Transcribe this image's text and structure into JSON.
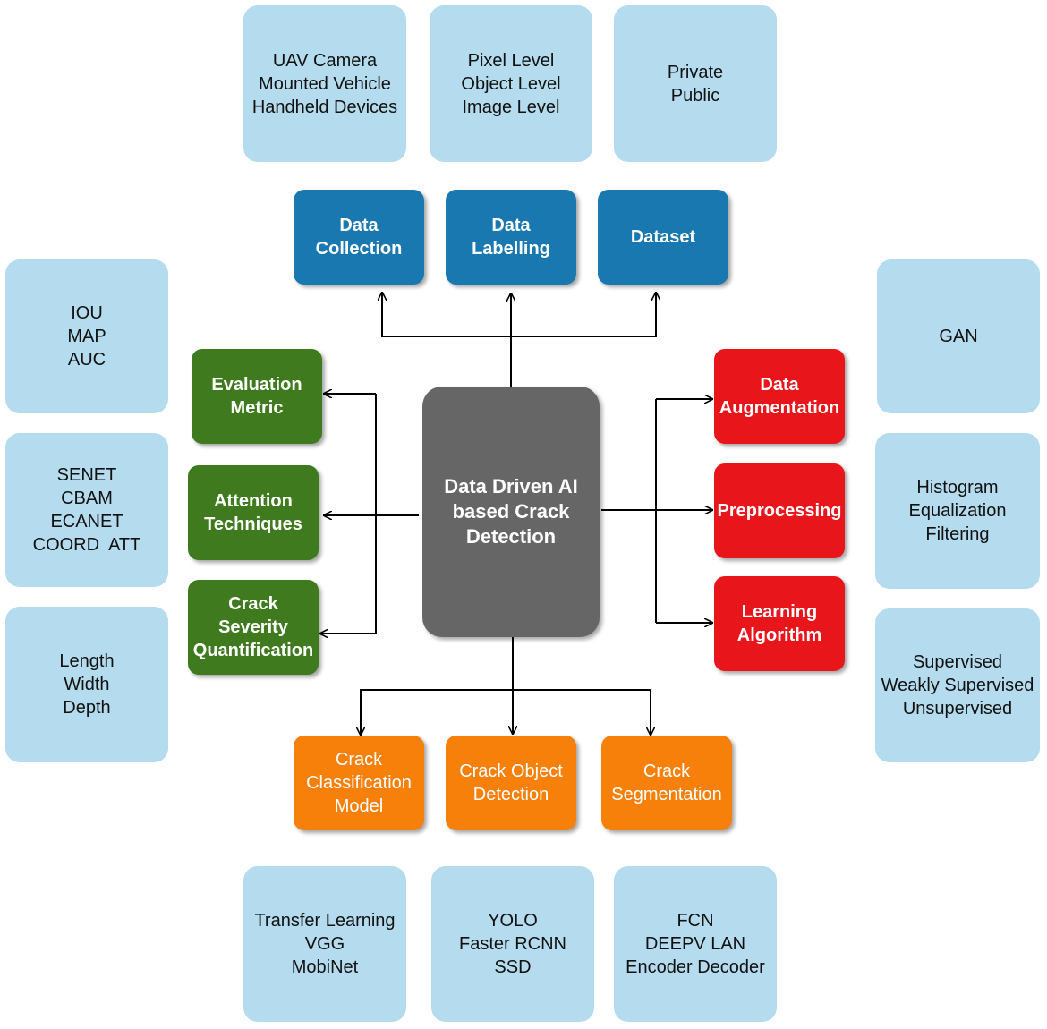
{
  "center": {
    "label": "Data Driven AI based Crack Detection"
  },
  "top_nodes": {
    "data_collection": "Data Collection",
    "data_labelling": "Data Labelling",
    "dataset": "Dataset"
  },
  "top_details": {
    "data_collection": [
      "UAV Camera",
      "Mounted Vehicle",
      "Handheld Devices"
    ],
    "data_labelling": [
      "Pixel Level",
      "Object Level",
      "Image Level"
    ],
    "dataset": [
      "Private",
      "Public"
    ]
  },
  "left_nodes": {
    "evaluation_metric": "Evaluation Metric",
    "attention_techniques": "Attention Techniques",
    "crack_severity": "Crack Severity Quantification"
  },
  "left_details": {
    "evaluation_metric": [
      "IOU",
      "MAP",
      "AUC"
    ],
    "attention_techniques": [
      "SENET",
      "CBAM",
      "ECANET",
      "COORD  ATT"
    ],
    "crack_severity": [
      "Length",
      "Width",
      "Depth"
    ]
  },
  "right_nodes": {
    "data_augmentation": "Data Augmentation",
    "preprocessing": "Preprocessing",
    "learning_algorithm": "Learning Algorithm"
  },
  "right_details": {
    "data_augmentation": [
      "GAN"
    ],
    "preprocessing": [
      "Histogram",
      "Equalization",
      "Filtering"
    ],
    "learning_algorithm": [
      "Supervised",
      "Weakly Supervised",
      "Unsupervised"
    ]
  },
  "bottom_nodes": {
    "crack_classification": "Crack Classification Model",
    "crack_object_detection": "Crack Object Detection",
    "crack_segmentation": "Crack Segmentation"
  },
  "bottom_details": {
    "crack_classification": [
      "Transfer Learning",
      "VGG",
      "MobiNet"
    ],
    "crack_object_detection": [
      "YOLO",
      "Faster RCNN",
      "SSD"
    ],
    "crack_segmentation": [
      "FCN",
      "DEEPV LAN",
      "Encoder Decoder"
    ]
  },
  "colors": {
    "detail_fill": "#b4dcee",
    "top_fill": "#1a78b0",
    "left_fill": "#3f7b1e",
    "right_fill": "#e8151a",
    "bottom_fill": "#f6800a",
    "center_fill": "#666666",
    "connector": "#000000"
  }
}
